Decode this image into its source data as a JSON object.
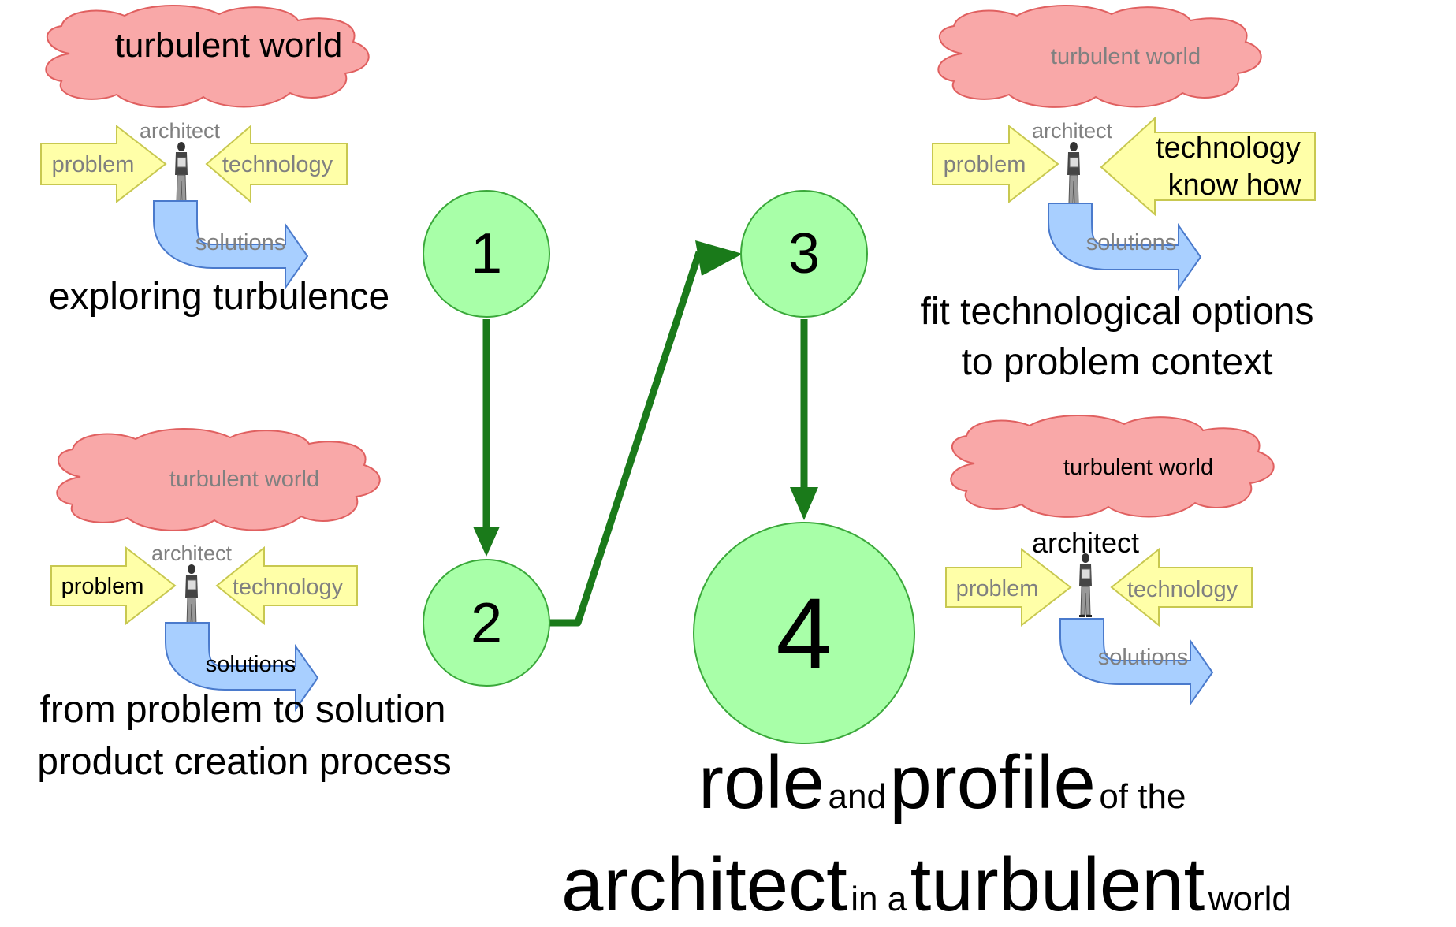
{
  "steps": {
    "n1": "1",
    "n2": "2",
    "n3": "3",
    "n4": "4"
  },
  "panels": {
    "p1": {
      "cloud": "turbulent world",
      "architect": "architect",
      "problem": "problem",
      "technology": "technology",
      "solutions": "solutions",
      "caption": "exploring turbulence"
    },
    "p2": {
      "cloud": "turbulent world",
      "architect": "architect",
      "problem": "problem",
      "technology": "technology",
      "solutions": "solutions",
      "caption_line1": "from problem to solution",
      "caption_line2": "product creation process"
    },
    "p3": {
      "cloud": "turbulent world",
      "architect": "architect",
      "problem": "problem",
      "technology_line1": "technology",
      "technology_line2": "know how",
      "solutions": "solutions",
      "caption_line1": "fit technological options",
      "caption_line2": "to problem context"
    },
    "p4": {
      "cloud": "turbulent world",
      "architect": "architect",
      "problem": "problem",
      "technology": "technology",
      "solutions": "solutions"
    }
  },
  "title": {
    "line1": [
      "role",
      "and",
      "profile",
      "of the"
    ],
    "line2": [
      "architect",
      "in a",
      "turbulent",
      "world"
    ]
  },
  "colors": {
    "cloud": "#f9a8a8",
    "arrow_yellow": "#ffffa8",
    "arrow_blue": "#a8cfff",
    "circle": "#a8ffa8",
    "flow": "#1a7a1a",
    "muted_text": "#808080"
  }
}
